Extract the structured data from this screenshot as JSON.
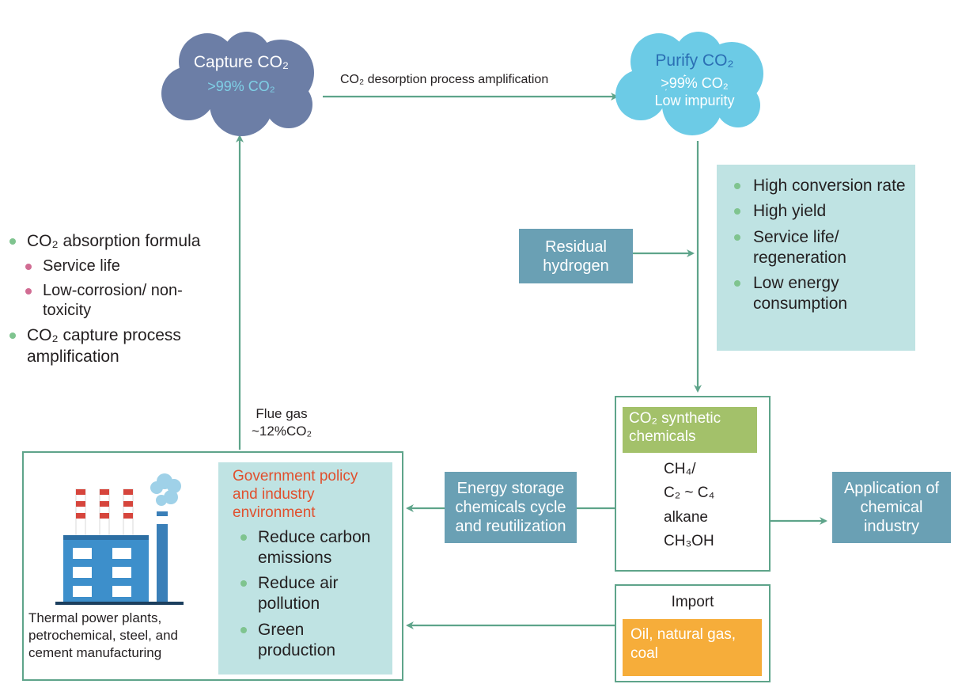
{
  "capture_cloud": {
    "title": "Capture CO₂",
    "purity": ">99% CO₂"
  },
  "purify_cloud": {
    "title": "Purify CO₂",
    "purity": ">99% CO₂",
    "impurity": "Low impurity"
  },
  "desorption_label": "CO₂ desorption process amplification",
  "left_bullets": [
    {
      "text": "CO₂ absorption formula",
      "level": 1
    },
    {
      "text": "Service life",
      "level": 2
    },
    {
      "text": "Low-corrosion/ non-toxicity",
      "level": 2
    },
    {
      "text": "CO₂ capture process amplification",
      "level": 1
    }
  ],
  "residual_hydrogen": "Residual hydrogen",
  "catalyst_bullets": [
    "High conversion rate",
    "High yield",
    "Service life/ regeneration",
    "Low energy consumption"
  ],
  "flue_gas": {
    "line1": "Flue gas",
    "line2": "~12%CO₂"
  },
  "synthetic": {
    "header": "CO₂ synthetic chemicals",
    "line1": "CH₄/",
    "line2": "C₂ ~ C₄",
    "line3": "alkane",
    "line4": "CH₃OH"
  },
  "energy_storage": "Energy storage chemicals cycle and reutilization",
  "application": "Application of chemical industry",
  "import": {
    "title": "Import",
    "fuel": "Oil, natural gas, coal"
  },
  "plant": {
    "caption": "Thermal power plants, petrochemical, steel, and cement manufacturing",
    "policy_title": "Government policy and industry environment",
    "policy_items": [
      "Reduce carbon emissions",
      "Reduce air pollution",
      "Green production"
    ]
  },
  "colors": {
    "arrow": "#5ea48a",
    "capture_cloud": "#6c7ea6",
    "purify_cloud": "#6ccbe6",
    "teal_box": "#6aa0b4",
    "light_box": "#bfe3e3",
    "green_header": "#a3c16a",
    "orange_box": "#f6ad3a",
    "policy_red": "#e0502e"
  }
}
